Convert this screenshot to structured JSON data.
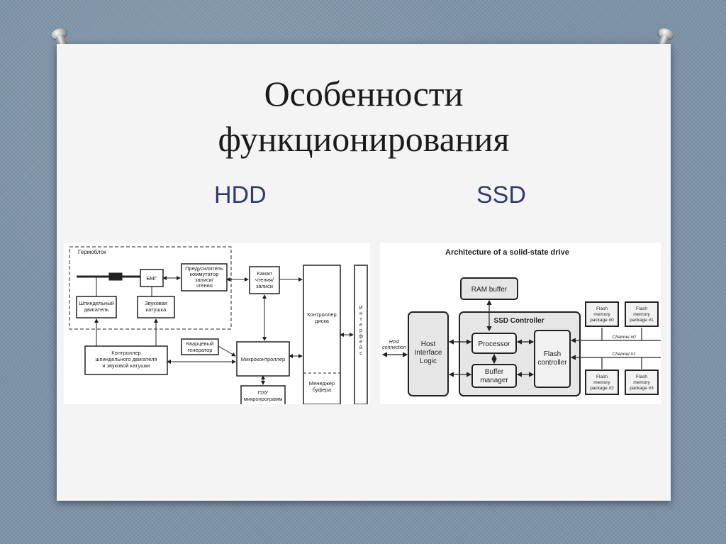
{
  "slide": {
    "title_line1": "Особенности",
    "title_line2": "функционирования",
    "hdd_label": "HDD",
    "ssd_label": "SSD",
    "accent_color": "#2f3c6b"
  },
  "hdd_diagram": {
    "germoblok": "Гермоблок",
    "spindle_motor": [
      "Шпиндельный",
      "двигатель"
    ],
    "voice_coil": [
      "Звуковая",
      "катушка"
    ],
    "bmg": "БМГ",
    "preamp": [
      "Предусилитель",
      "коммутатор",
      "записи/",
      "чтения"
    ],
    "rw_channel": [
      "Канал",
      "чтения/",
      "записи"
    ],
    "disk_controller": [
      "Контроллер",
      "диска"
    ],
    "interface": [
      "И",
      "н",
      "т",
      "е",
      "р",
      "ф",
      "е",
      "й",
      "с"
    ],
    "quartz": [
      "Кварцевый",
      "генератор"
    ],
    "spindle_controller": [
      "Контроллер",
      "шпиндельного двигателя",
      "и звуковой катушки"
    ],
    "microcontroller": "Микроконтроллер",
    "buffer_manager": [
      "Менеджер",
      "буфера"
    ],
    "rom": [
      "ПЗУ",
      "микропрограмм"
    ]
  },
  "ssd_diagram": {
    "title": "Architecture of a solid-state drive",
    "ram_buffer": "RAM buffer",
    "ssd_controller": "SSD Controller",
    "host_connection": [
      "Host",
      "connection"
    ],
    "host_interface": [
      "Host",
      "Interface",
      "Logic"
    ],
    "processor": "Processor",
    "buffer_manager": [
      "Buffer",
      "manager"
    ],
    "flash_controller": [
      "Flash",
      "controller"
    ],
    "channel0": "Channel #0",
    "channel1": "Channel #1",
    "flash_pkg0": [
      "Flash",
      "memory",
      "package #0"
    ],
    "flash_pkg1": [
      "Flash",
      "memory",
      "package #1"
    ],
    "flash_pkg2": [
      "Flash",
      "memory",
      "package #2"
    ],
    "flash_pkg3": [
      "Flash",
      "memory",
      "package #3"
    ]
  }
}
